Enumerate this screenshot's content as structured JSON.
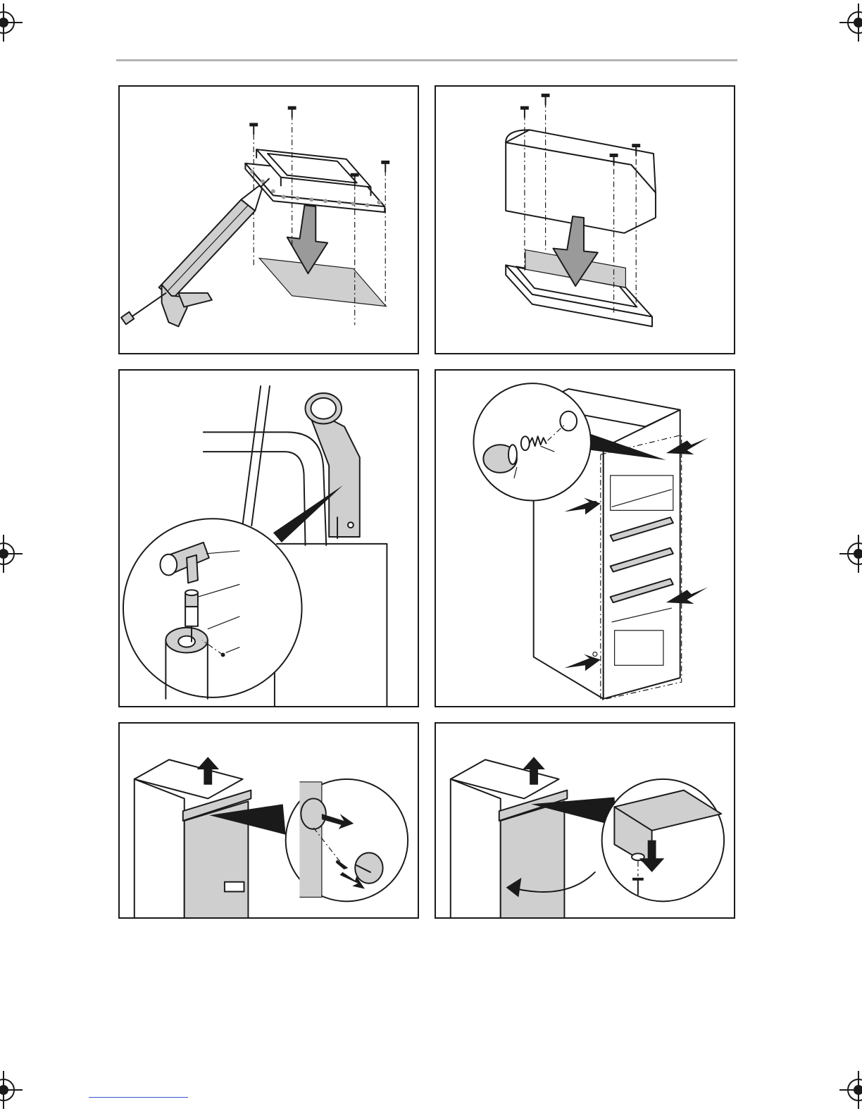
{
  "page": {
    "panels": [
      {
        "id": "fig-1",
        "subject": "seal-frame-with-caulking-gun"
      },
      {
        "id": "fig-2",
        "subject": "cover-box-onto-frame"
      },
      {
        "id": "fig-3",
        "subject": "pipe-connector-detail"
      },
      {
        "id": "fig-4",
        "subject": "cabinet-fixing-screws"
      },
      {
        "id": "fig-5",
        "subject": "remove-knob-and-screw"
      },
      {
        "id": "fig-6",
        "subject": "remove-top-trim-and-door"
      }
    ],
    "colors": {
      "panel_border": "#1a1a1a",
      "header_rule": "#b3b3b3",
      "shade": "#cfcfcf",
      "dark_shade": "#9a9a9a"
    }
  }
}
